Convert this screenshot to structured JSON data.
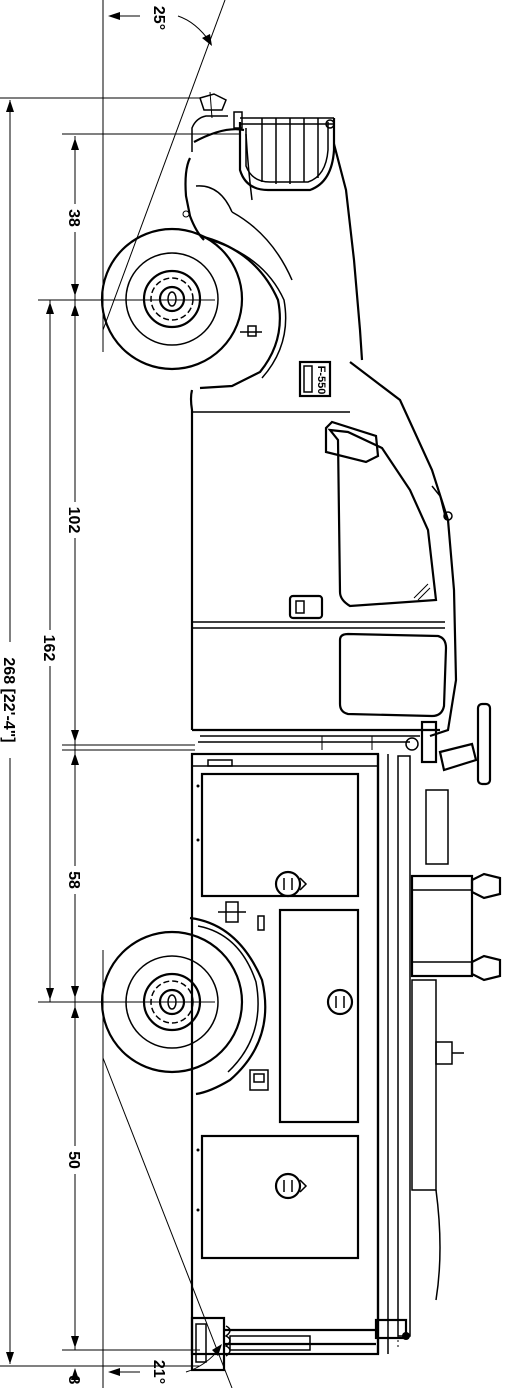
{
  "dimensions": {
    "overall_length": "268 [22'-4\"]",
    "wheelbase": "162",
    "front_overhang": "38",
    "front_axle_to_cab": "102",
    "cab_to_rear_axle": "58",
    "rear_axle_to_body_end": "50",
    "rear_extension": "8"
  },
  "angles": {
    "approach": "25°",
    "departure": "21°"
  },
  "badge": {
    "model": "F-550"
  },
  "colors": {
    "line": "#000000",
    "background": "#ffffff"
  }
}
